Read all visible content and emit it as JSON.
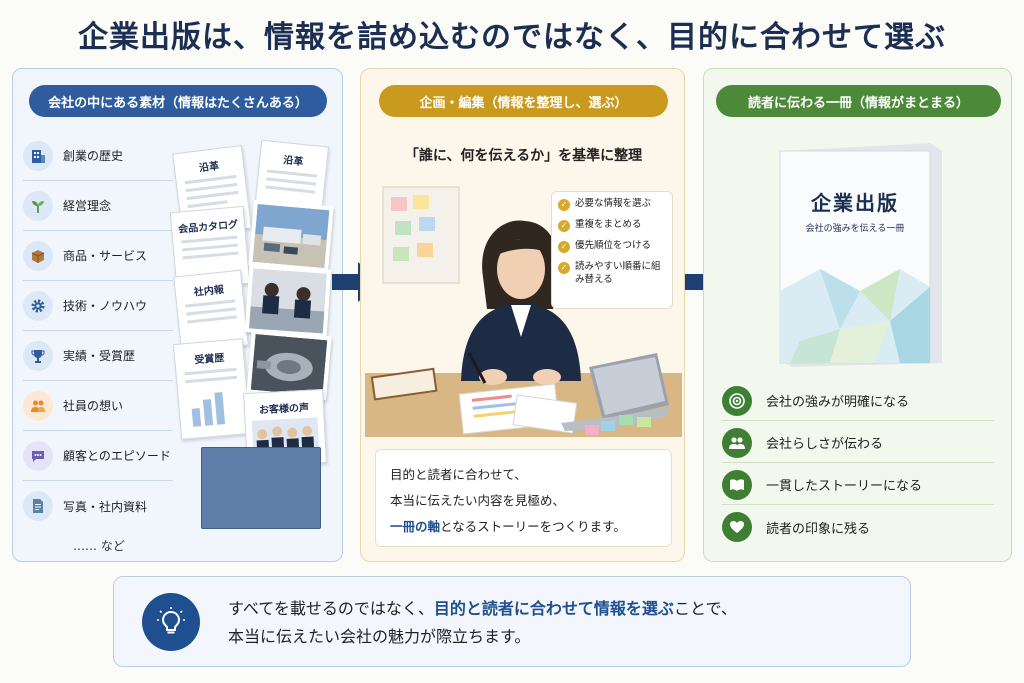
{
  "title": "企業出版は、情報を詰め込むのではなく、目的に合わせて選ぶ",
  "colors": {
    "navy": "#1c2f52",
    "blue": "#2e5c9f",
    "gold": "#c99a1e",
    "green": "#4c8a3a",
    "accent": "#1f4f8f"
  },
  "panel1": {
    "heading": "会社の中にある素材（情報はたくさんある）",
    "items": [
      {
        "label": "創業の歴史",
        "icon": "building-icon"
      },
      {
        "label": "経営理念",
        "icon": "sprout-icon"
      },
      {
        "label": "商品・サービス",
        "icon": "box-icon"
      },
      {
        "label": "技術・ノウハウ",
        "icon": "gear-icon"
      },
      {
        "label": "実績・受賞歴",
        "icon": "trophy-icon"
      },
      {
        "label": "社員の想い",
        "icon": "people-icon"
      },
      {
        "label": "顧客とのエピソード",
        "icon": "chat-icon"
      },
      {
        "label": "写真・社内資料",
        "icon": "document-icon"
      }
    ],
    "etc": "…… など",
    "docs": [
      "沿革",
      "沿革",
      "会品カタログ",
      "社内報",
      "受賞歴",
      "お客様の声"
    ]
  },
  "panel2": {
    "heading": "企画・編集（情報を整理し、選ぶ）",
    "subheading": "「誰に、何を伝えるか」を基準に整理",
    "checklist": [
      "必要な情報を選ぶ",
      "重複をまとめる",
      "優先順位をつける",
      "読みやすい順番に組み替える"
    ],
    "note_line1": "目的と読者に合わせて、",
    "note_line2": "本当に伝えたい内容を見極め、",
    "note_accent": "一冊の軸",
    "note_line3_rest": "となるストーリーをつくります。"
  },
  "panel3": {
    "heading": "読者に伝わる一冊（情報がまとまる）",
    "book_title": "企業出版",
    "book_subtitle": "会社の強みを伝える一冊",
    "outcomes": [
      {
        "label": "会社の強みが明確になる",
        "icon": "target-icon"
      },
      {
        "label": "会社らしさが伝わる",
        "icon": "people-icon"
      },
      {
        "label": "一貫したストーリーになる",
        "icon": "book-icon"
      },
      {
        "label": "読者の印象に残る",
        "icon": "heart-icon"
      }
    ]
  },
  "bottom": {
    "pre": "すべてを載せるのではなく、",
    "accent": "目的と読者に合わせて情報を選ぶ",
    "post": "ことで、",
    "line2": "本当に伝えたい会社の魅力が際立ちます。"
  }
}
